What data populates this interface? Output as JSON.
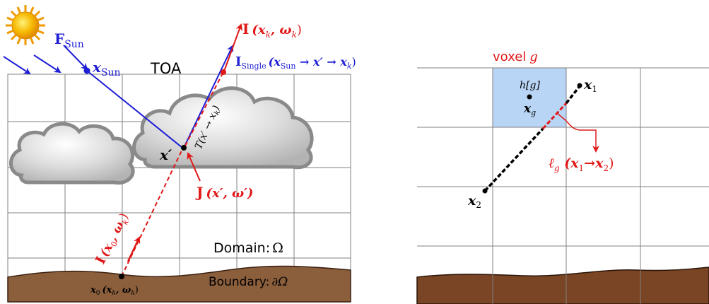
{
  "colors": {
    "blue": "#1f1fd6",
    "red": "#e01818",
    "grid": "#808080",
    "ground_left": "#8b5e3c",
    "ground_right": "#7a4524",
    "voxel_fill": "#b9d5f5",
    "sun_core": "#f6b800",
    "cloud_light": "#e6e6e6",
    "cloud_dark": "#8a8a8a"
  },
  "icons": {
    "sun": "sun-icon",
    "cloud_small": "cloud-icon",
    "cloud_large": "cloud-icon"
  },
  "left_panel": {
    "toa_label": "TOA",
    "f_sun": {
      "main": "F",
      "sub": "Sun"
    },
    "x_sun": {
      "main": "x",
      "sub": "Sun"
    },
    "radiance": {
      "main": "I",
      "args": "(x",
      "sub_k": "k",
      "sep": ", ω",
      "close": ")"
    },
    "single": {
      "main": "I",
      "sub": "Single",
      "args": "(x",
      "args_sub": "Sun",
      "rest": " → x′ → x",
      "rest_sub": "k",
      "close": ")"
    },
    "transmittance": "T(x′ → x",
    "transmittance_sub": "k",
    "x_prime": "x′",
    "source": {
      "main": "J",
      "args": "(x′, ω′)"
    },
    "boundary_radiance": {
      "main": "I",
      "args": "(x",
      "sub_0": "0",
      "sep": ", ω",
      "sub_k": "k",
      "close": ")"
    },
    "x0": {
      "main": "x",
      "sub": "0",
      "args": "(x",
      "args_sub": "k",
      "sep": ", ω",
      "sep_sub": "k",
      "close": ")"
    },
    "domain": {
      "text": "Domain:",
      "symbol": "Ω"
    },
    "boundary": {
      "text": "Boundary:",
      "symbol": "∂Ω"
    }
  },
  "right_panel": {
    "voxel": {
      "text": "voxel",
      "symbol": "g"
    },
    "h_label": "h[g]",
    "x_g": {
      "main": "x",
      "sub": "g"
    },
    "x1": {
      "main": "x",
      "sub": "1"
    },
    "x2": {
      "main": "x",
      "sub": "2"
    },
    "length": {
      "main": "ℓ",
      "sub": "g",
      "open": " (x",
      "sub1": "1",
      "arrow": "→x",
      "sub2": "2",
      "close": ")"
    }
  }
}
